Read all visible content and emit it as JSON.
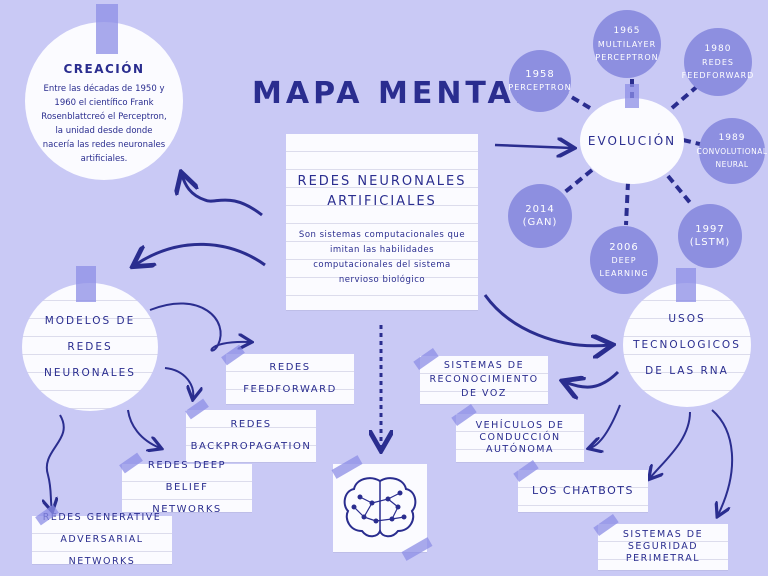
{
  "title": "MAPA MENTAL",
  "central": {
    "title": "REDES NEURONALES ARTIFICIALES",
    "description": "Son sistemas computacionales que imitan las habilidades computacionales del sistema nervioso biológico"
  },
  "creacion": {
    "title": "CREACIÓN",
    "text": "Entre las décadas de 1950 y 1960 el científico Frank Rosenblattcreó el Perceptron, la unidad desde donde nacería las redes neuronales artificiales."
  },
  "evolucion": {
    "title": "EVOLUCIÓN",
    "nodes": [
      {
        "year": "1958",
        "label": "PERCEPTRON"
      },
      {
        "year": "1965",
        "label": "MULTILAYER PERCEPTRON"
      },
      {
        "year": "1980",
        "label": "REDES FEEDFORWARD"
      },
      {
        "year": "1989",
        "label": "CONVOLUTIONAL NEURAL"
      },
      {
        "year": "1997",
        "label": "(LSTM)"
      },
      {
        "year": "2006",
        "label": "DEEP LEARNING"
      },
      {
        "year": "2014",
        "label": "(GAN)"
      }
    ]
  },
  "modelos": {
    "title": "MODELOS DE REDES NEURONALES",
    "items": [
      "REDES FEEDFORWARD",
      "REDES BACKPROPAGATION",
      "REDES DEEP BELIEF NETWORKS",
      "REDES GENERATIVE ADVERSARIAL NETWORKS"
    ]
  },
  "usos": {
    "title": "USOS TECNOLOGICOS DE LAS RNA",
    "items": [
      "SISTEMAS DE RECONOCIMIENTO DE VOZ",
      "VEHÍCULOS DE CONDUCCIÓN AUTÓNOMA",
      "LOS CHATBOTS",
      "SISTEMAS DE SEGURIDAD PERIMETRAL"
    ]
  },
  "colors": {
    "background": "#c9c9f5",
    "ink": "#2a2d8f",
    "node_fill": "#8d8fe0",
    "card": "#fbfbff"
  },
  "icons": [
    "brain-network-icon"
  ]
}
